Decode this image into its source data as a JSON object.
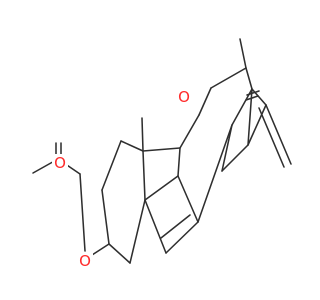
{
  "molecule": {
    "atom_labels": [
      "O",
      "O",
      "O"
    ],
    "colors": {
      "bond": "#2f2f2f",
      "oxygen": "#ff2a2a",
      "background": "#ffffff"
    }
  }
}
